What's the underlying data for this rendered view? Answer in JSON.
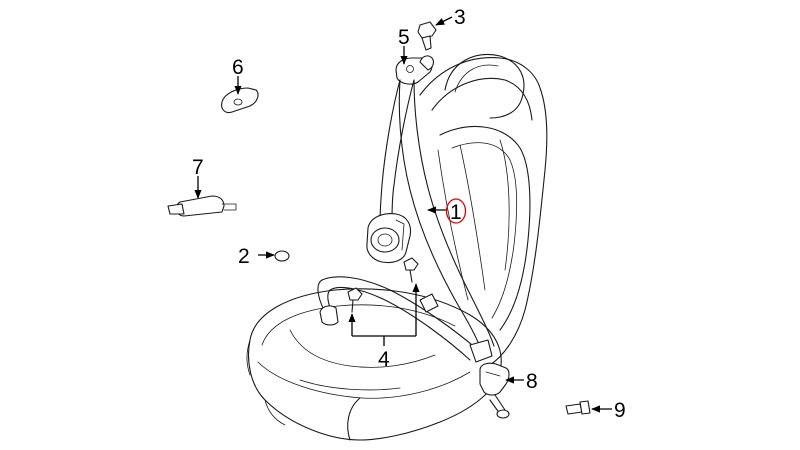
{
  "callouts": [
    {
      "id": "1",
      "label": "1",
      "highlighted": true
    },
    {
      "id": "2",
      "label": "2"
    },
    {
      "id": "3",
      "label": "3"
    },
    {
      "id": "4",
      "label": "4"
    },
    {
      "id": "5",
      "label": "5"
    },
    {
      "id": "6",
      "label": "6"
    },
    {
      "id": "7",
      "label": "7"
    },
    {
      "id": "8",
      "label": "8"
    },
    {
      "id": "9",
      "label": "9"
    }
  ],
  "colors": {
    "line": "#1a1a1a",
    "highlight": "#e00000",
    "background": "#ffffff"
  }
}
